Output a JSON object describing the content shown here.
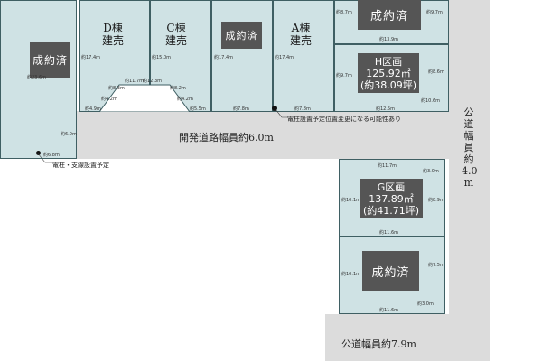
{
  "lots": {
    "left": {
      "status": "成約済",
      "dims": [
        "約23.6m",
        "約6.0m",
        "約6.8m"
      ]
    },
    "d": {
      "name": "D棟",
      "type": "建売",
      "dims": [
        "約17.4m",
        "約8.3m",
        "約11.7m",
        "約4.9m",
        "約4.2m"
      ]
    },
    "c": {
      "name": "C棟",
      "type": "建売",
      "dims": [
        "約15.0m",
        "約12.3m",
        "約8.2m",
        "約4.2m",
        "約5.5m"
      ]
    },
    "b": {
      "status": "成約済",
      "dims": [
        "約17.4m",
        "約7.8m"
      ]
    },
    "a": {
      "name": "A棟",
      "type": "建売",
      "dims": [
        "約17.4m",
        "約7.8m"
      ]
    },
    "top_right": {
      "status": "成約済",
      "dims": [
        "約8.7m",
        "約9.7m",
        "約13.9m"
      ]
    },
    "h": {
      "title": "H区画",
      "area_sqm": "125.92㎡",
      "area_tsubo": "(約38.09坪)",
      "dims": [
        "約9.7m",
        "約8.6m",
        "約10.6m",
        "約12.5m"
      ]
    },
    "g": {
      "title": "G区画",
      "area_sqm": "137.89㎡",
      "area_tsubo": "(約41.71坪)",
      "dims": [
        "約11.7m",
        "約3.0m",
        "約10.1m",
        "約8.9m",
        "約11.6m"
      ]
    },
    "bottom_right": {
      "status": "成約済",
      "dims": [
        "約10.1m",
        "約7.5m",
        "約11.6m",
        "約3.0m"
      ]
    }
  },
  "roads": {
    "dev_road": "開発道路幅員約6.0m",
    "public_right": [
      "公",
      "道",
      "幅",
      "員",
      "約",
      "4.0",
      "m"
    ],
    "public_bottom": "公道幅員約7.9m"
  },
  "notes": {
    "pole_plan": "電柱・支線設置予定",
    "pole_change": "電柱設置予定位置変更になる可能性あり"
  },
  "colors": {
    "lot_fill": "#cfe2e4",
    "lot_border": "#3f5f63",
    "sold_box": "#555555",
    "road": "#dcdcdc"
  }
}
